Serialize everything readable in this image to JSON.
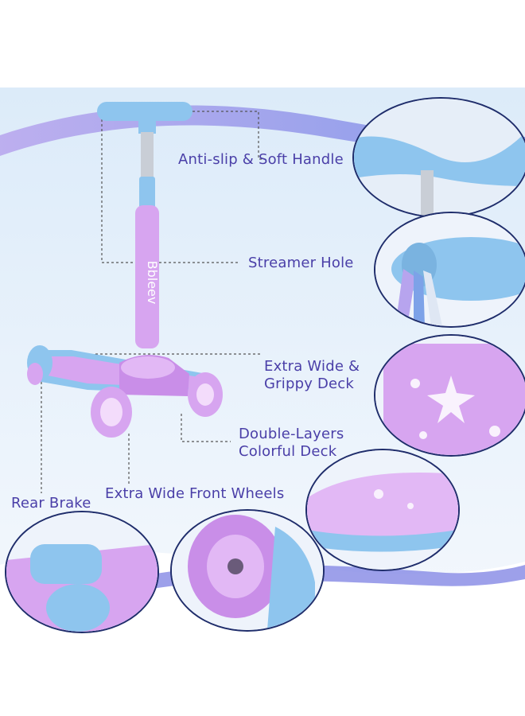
{
  "product": {
    "brand_logo": "Bbleev"
  },
  "callouts": {
    "handle": "Anti-slip & Soft Handle",
    "streamer": "Streamer Hole",
    "deck": "Extra Wide &\nGrippy Deck",
    "layers": "Double-Layers\nColorful Deck",
    "wheels": "Extra Wide Front Wheels",
    "brake": "Rear Brake"
  },
  "colors": {
    "label": "#4a3fa8",
    "scooter_blue": "#8ec5ee",
    "scooter_purple": "#d7a5f0",
    "background_band": "#e8f0fb",
    "circle_border": "#1f2d6b"
  }
}
